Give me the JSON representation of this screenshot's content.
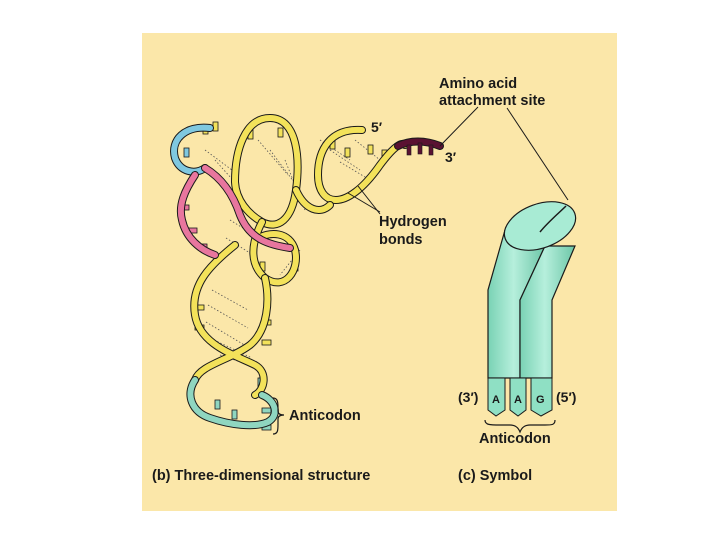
{
  "labels": {
    "amino_acid_line1": "Amino acid",
    "amino_acid_line2": "attachment site",
    "five_prime": "5′",
    "three_prime": "3′",
    "hydrogen_line1": "Hydrogen",
    "hydrogen_line2": "bonds",
    "anticodon_left": "Anticodon",
    "anticodon_symbol": "Anticodon",
    "symbol_three_prime": "(3′)",
    "symbol_five_prime": "(5′)",
    "caption_b": "(b) Three-dimensional structure",
    "caption_c": "(c) Symbol"
  },
  "anticodon_bases": [
    "A",
    "A",
    "G"
  ],
  "colors": {
    "background": "#fbe7a9",
    "strand_yellow": "#f3e25a",
    "strand_blue": "#7fc8e0",
    "strand_pink": "#e8769e",
    "strand_teal": "#8fd6c0",
    "strand_dark": "#5a1232",
    "cylinder": "#8fe0c4"
  }
}
